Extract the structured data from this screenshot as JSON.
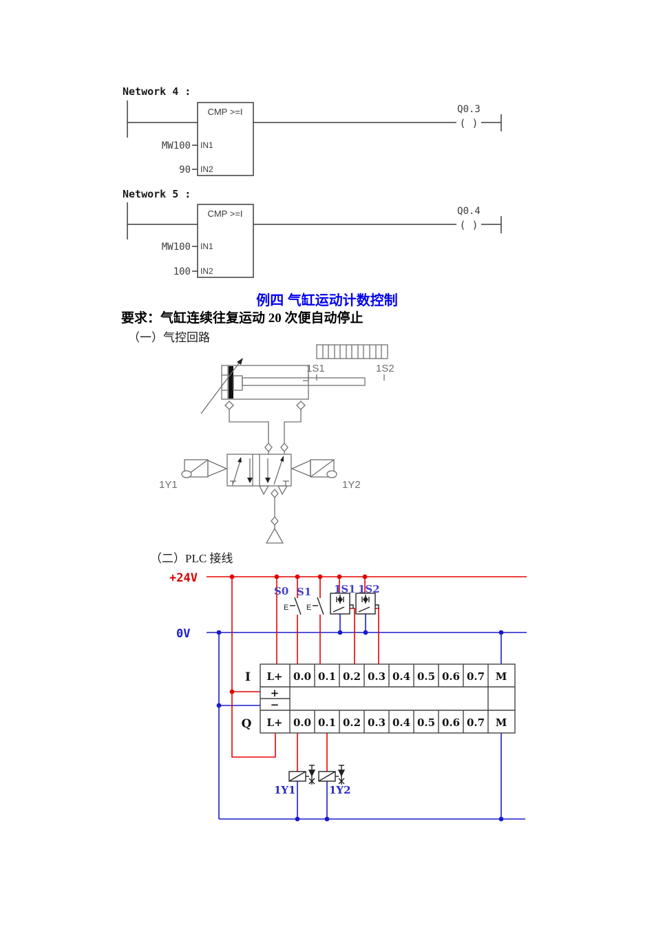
{
  "networks": [
    {
      "title": "Network 4 :",
      "block": "CMP >=I",
      "in1_pin": "IN1",
      "in2_pin": "IN2",
      "in1_operand": "MW100",
      "in2_operand": "90",
      "output": "Q0.3",
      "coil_symbol": "( )"
    },
    {
      "title": "Network 5 :",
      "block": "CMP >=I",
      "in1_pin": "IN1",
      "in2_pin": "IN2",
      "in1_operand": "MW100",
      "in2_operand": "100",
      "output": "Q0.4",
      "coil_symbol": "( )"
    }
  ],
  "example": {
    "title": "例四 气缸运动计数控制",
    "requirement": "要求：气缸连续往复运动 20 次便自动停止",
    "section_1": "（一）气控回路",
    "section_2": "（二）PLC 接线"
  },
  "pneumatic": {
    "sensor_left": "1S1",
    "sensor_right": "1S2",
    "solenoid_left": "1Y1",
    "solenoid_right": "1Y2"
  },
  "wiring": {
    "rail_positive": "+24V",
    "rail_zero": "0V",
    "switch_labels": [
      "S0",
      "S1"
    ],
    "switch_actuator": "E",
    "sensor_labels": [
      "1S1",
      "1S2"
    ],
    "solenoid_labels": [
      "1Y1",
      "1Y2"
    ],
    "plc": {
      "input_label": "I",
      "output_label": "Q",
      "supply": "L+",
      "ground": "M",
      "psu_plus": "+",
      "psu_minus": "−",
      "channels": [
        "0.0",
        "0.1",
        "0.2",
        "0.3",
        "0.4",
        "0.5",
        "0.6",
        "0.7"
      ]
    }
  },
  "colors": {
    "wire_red": "#e60000",
    "wire_blue": "#1a1acd",
    "label_red": "#d40000",
    "label_blue": "#1a1acd",
    "label_violet": "#4343c8",
    "solenoid_label_blue": "#2a2ac8",
    "title_blue": "#0000f0",
    "diagram_gray": "#707070",
    "ladder_gray": "#3c3c3c"
  }
}
